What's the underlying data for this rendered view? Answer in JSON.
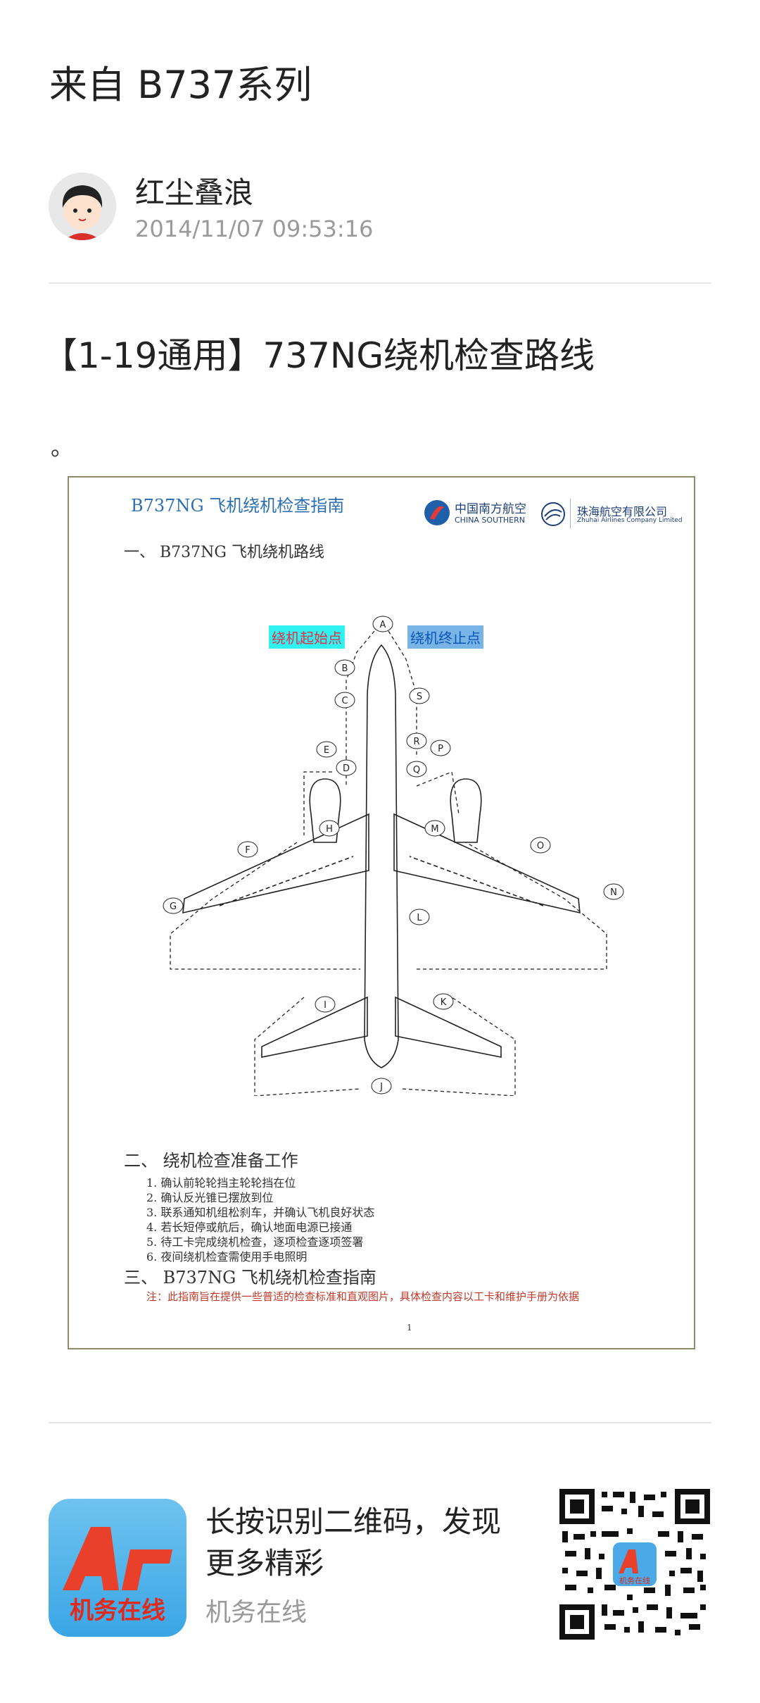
{
  "header": {
    "title": "来自 B737系列"
  },
  "author": {
    "name": "红尘叠浪",
    "timestamp": "2014/11/07 09:53:16"
  },
  "article": {
    "title": "【1-19通用】737NG绕机检查路线",
    "leading_text": "。"
  },
  "document": {
    "title": "B737NG 飞机绕机检查指南",
    "section1": "一、   B737NG 飞机绕机路线",
    "start_tag": "绕机起始点",
    "end_tag": "绕机终止点",
    "airline1_cn": "中国南方航空",
    "airline1_en": "CHINA SOUTHERN",
    "airline2_cn": "珠海航空有限公司",
    "airline2_en": "Zhuhai Airlines Company Limited",
    "point_labels": [
      "A",
      "B",
      "C",
      "D",
      "E",
      "F",
      "G",
      "H",
      "I",
      "J",
      "K",
      "L",
      "M",
      "N",
      "O",
      "P",
      "Q",
      "R",
      "S"
    ],
    "section2": "二、   绕机检查准备工作",
    "steps": [
      "1.   确认前轮轮挡主轮轮挡在位",
      "2.   确认反光锥已摆放到位",
      "3.   联系通知机组松刹车，并确认飞机良好状态",
      "4.   若长短停或航后，确认地面电源已接通",
      "5.   待工卡完成绕机检查，逐项检查逐项签署",
      "6.   夜间绕机检查需使用手电照明"
    ],
    "section3": "三、   B737NG 飞机绕机检查指南",
    "note": "注：此指南旨在提供一些普适的检查标准和直观图片，具体检查内容以工卡和维护手册为依据",
    "page_number": "1"
  },
  "promo": {
    "line1": "长按识别二维码，发现",
    "line2": "更多精彩",
    "account_name": "机务在线",
    "app_icon_text": "机务在线",
    "qr_center_text": "机务在线"
  }
}
